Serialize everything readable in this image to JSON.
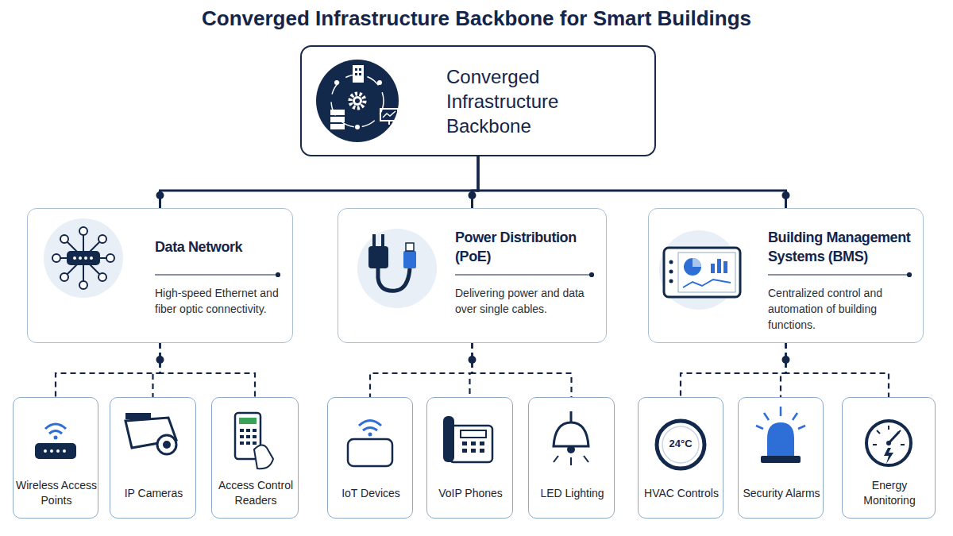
{
  "diagram": {
    "title": "Converged Infrastructure Backbone for Smart Buildings",
    "nodes": [
      {
        "text": [
          "Converged Infrastructure Backbone"
        ]
      },
      {
        "text": [
          "Data Network",
          "High-speed Ethernet and fiber optic connectivity."
        ]
      },
      {
        "text": [
          "Power Distribution (PoE)",
          "Delivering power and data over single cables."
        ]
      },
      {
        "text": [
          "Building Management Systems (BMS)",
          "Centralized control and automation of building functions."
        ]
      },
      {
        "text": [
          "Wireless Access Points"
        ]
      },
      {
        "text": [
          "IP Cameras"
        ]
      },
      {
        "text": [
          "Access Control Readers"
        ]
      },
      {
        "text": [
          "IoT Devices"
        ]
      },
      {
        "text": [
          "VoIP Phones"
        ]
      },
      {
        "text": [
          "LED Lighting"
        ]
      },
      {
        "text": [
          "HVAC Controls"
        ]
      },
      {
        "text": [
          "Security Alarms"
        ]
      },
      {
        "text": [
          "Energy Monitoring"
        ]
      }
    ],
    "edges": [
      {
        "from": 0,
        "to": 1,
        "arrow": "none"
      },
      {
        "from": 0,
        "to": 2,
        "arrow": "none"
      },
      {
        "from": 0,
        "to": 3,
        "arrow": "none"
      },
      {
        "from": 1,
        "to": 4,
        "arrow": "none"
      },
      {
        "from": 1,
        "to": 5,
        "arrow": "none"
      },
      {
        "from": 1,
        "to": 6,
        "arrow": "none"
      },
      {
        "from": 2,
        "to": 7,
        "arrow": "none"
      },
      {
        "from": 2,
        "to": 8,
        "arrow": "none"
      },
      {
        "from": 2,
        "to": 9,
        "arrow": "none"
      },
      {
        "from": 3,
        "to": 10,
        "arrow": "none"
      },
      {
        "from": 3,
        "to": 11,
        "arrow": "none"
      },
      {
        "from": 3,
        "to": 12,
        "arrow": "none"
      }
    ],
    "labels": [
      "24°C"
    ]
  }
}
